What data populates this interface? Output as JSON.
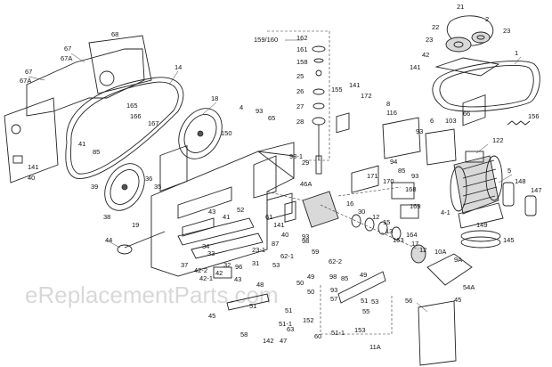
{
  "watermark": "eReplacementParts.com",
  "labels": [
    "21",
    "22",
    "2",
    "23",
    "23",
    "1",
    "141",
    "42",
    "67",
    "68",
    "67",
    "67A",
    "67A",
    "14",
    "159/160",
    "162",
    "161",
    "158",
    "25",
    "26",
    "27",
    "28",
    "155",
    "141",
    "172",
    "8",
    "116",
    "6",
    "103",
    "66",
    "156",
    "122",
    "18",
    "4",
    "93",
    "65",
    "165",
    "166",
    "167",
    "150",
    "41",
    "85",
    "141",
    "40",
    "39",
    "36",
    "35",
    "38",
    "19",
    "44",
    "29",
    "93-1",
    "93",
    "94",
    "85",
    "93",
    "5",
    "148",
    "147",
    "171",
    "170",
    "168",
    "169",
    "4-1",
    "149",
    "145",
    "46A",
    "16",
    "30",
    "12",
    "15",
    "13",
    "164",
    "17",
    "163",
    "12",
    "43",
    "41",
    "52",
    "61",
    "141",
    "40",
    "87",
    "98",
    "23-1",
    "31",
    "34",
    "33",
    "37",
    "42-2",
    "42-1",
    "32",
    "42",
    "43",
    "96",
    "62-1",
    "53",
    "62-2",
    "59",
    "98",
    "93",
    "49",
    "48",
    "50",
    "50",
    "51",
    "152",
    "51",
    "51-1",
    "63",
    "142",
    "47",
    "45",
    "58",
    "49",
    "53",
    "85",
    "93",
    "57",
    "51",
    "55",
    "60",
    "51-1",
    "153",
    "11A",
    "10A",
    "9A",
    "54A",
    "45",
    "56"
  ]
}
